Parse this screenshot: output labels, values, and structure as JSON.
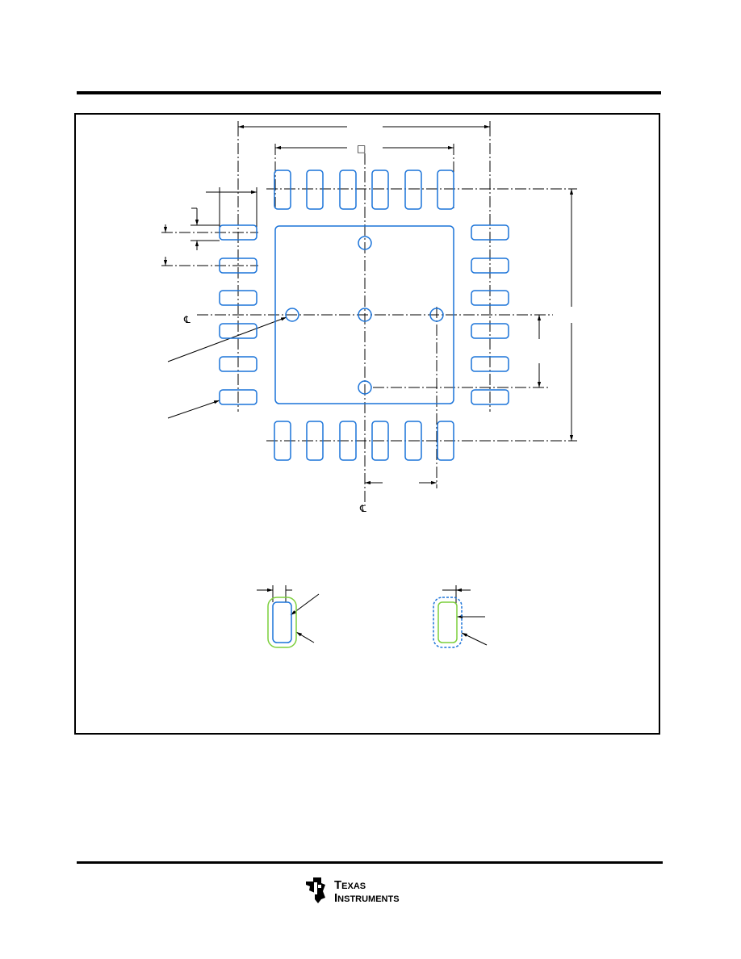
{
  "symbols": {
    "square": "□",
    "centerline": "℄"
  },
  "colors": {
    "pad_outline": "#1a73d9",
    "mask_outline": "#7ccf3c",
    "line": "#000000"
  },
  "brand": {
    "name": "Texas Instruments",
    "wordmark_line1": "Texas",
    "wordmark_line2": "Instruments",
    "logo_icon": "ti-logo-icon"
  }
}
